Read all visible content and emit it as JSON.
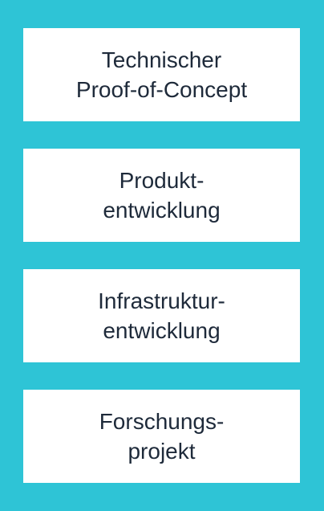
{
  "cards": [
    {
      "lines": [
        "Technischer",
        "Proof-of-Concept"
      ]
    },
    {
      "lines": [
        "Produkt-",
        "entwicklung"
      ]
    },
    {
      "lines": [
        "Infrastruktur-",
        "entwicklung"
      ]
    },
    {
      "lines": [
        "Forschungs-",
        "projekt"
      ]
    }
  ],
  "colors": {
    "background": "#2ec4d6",
    "card": "#ffffff",
    "text": "#1e2a3a"
  }
}
